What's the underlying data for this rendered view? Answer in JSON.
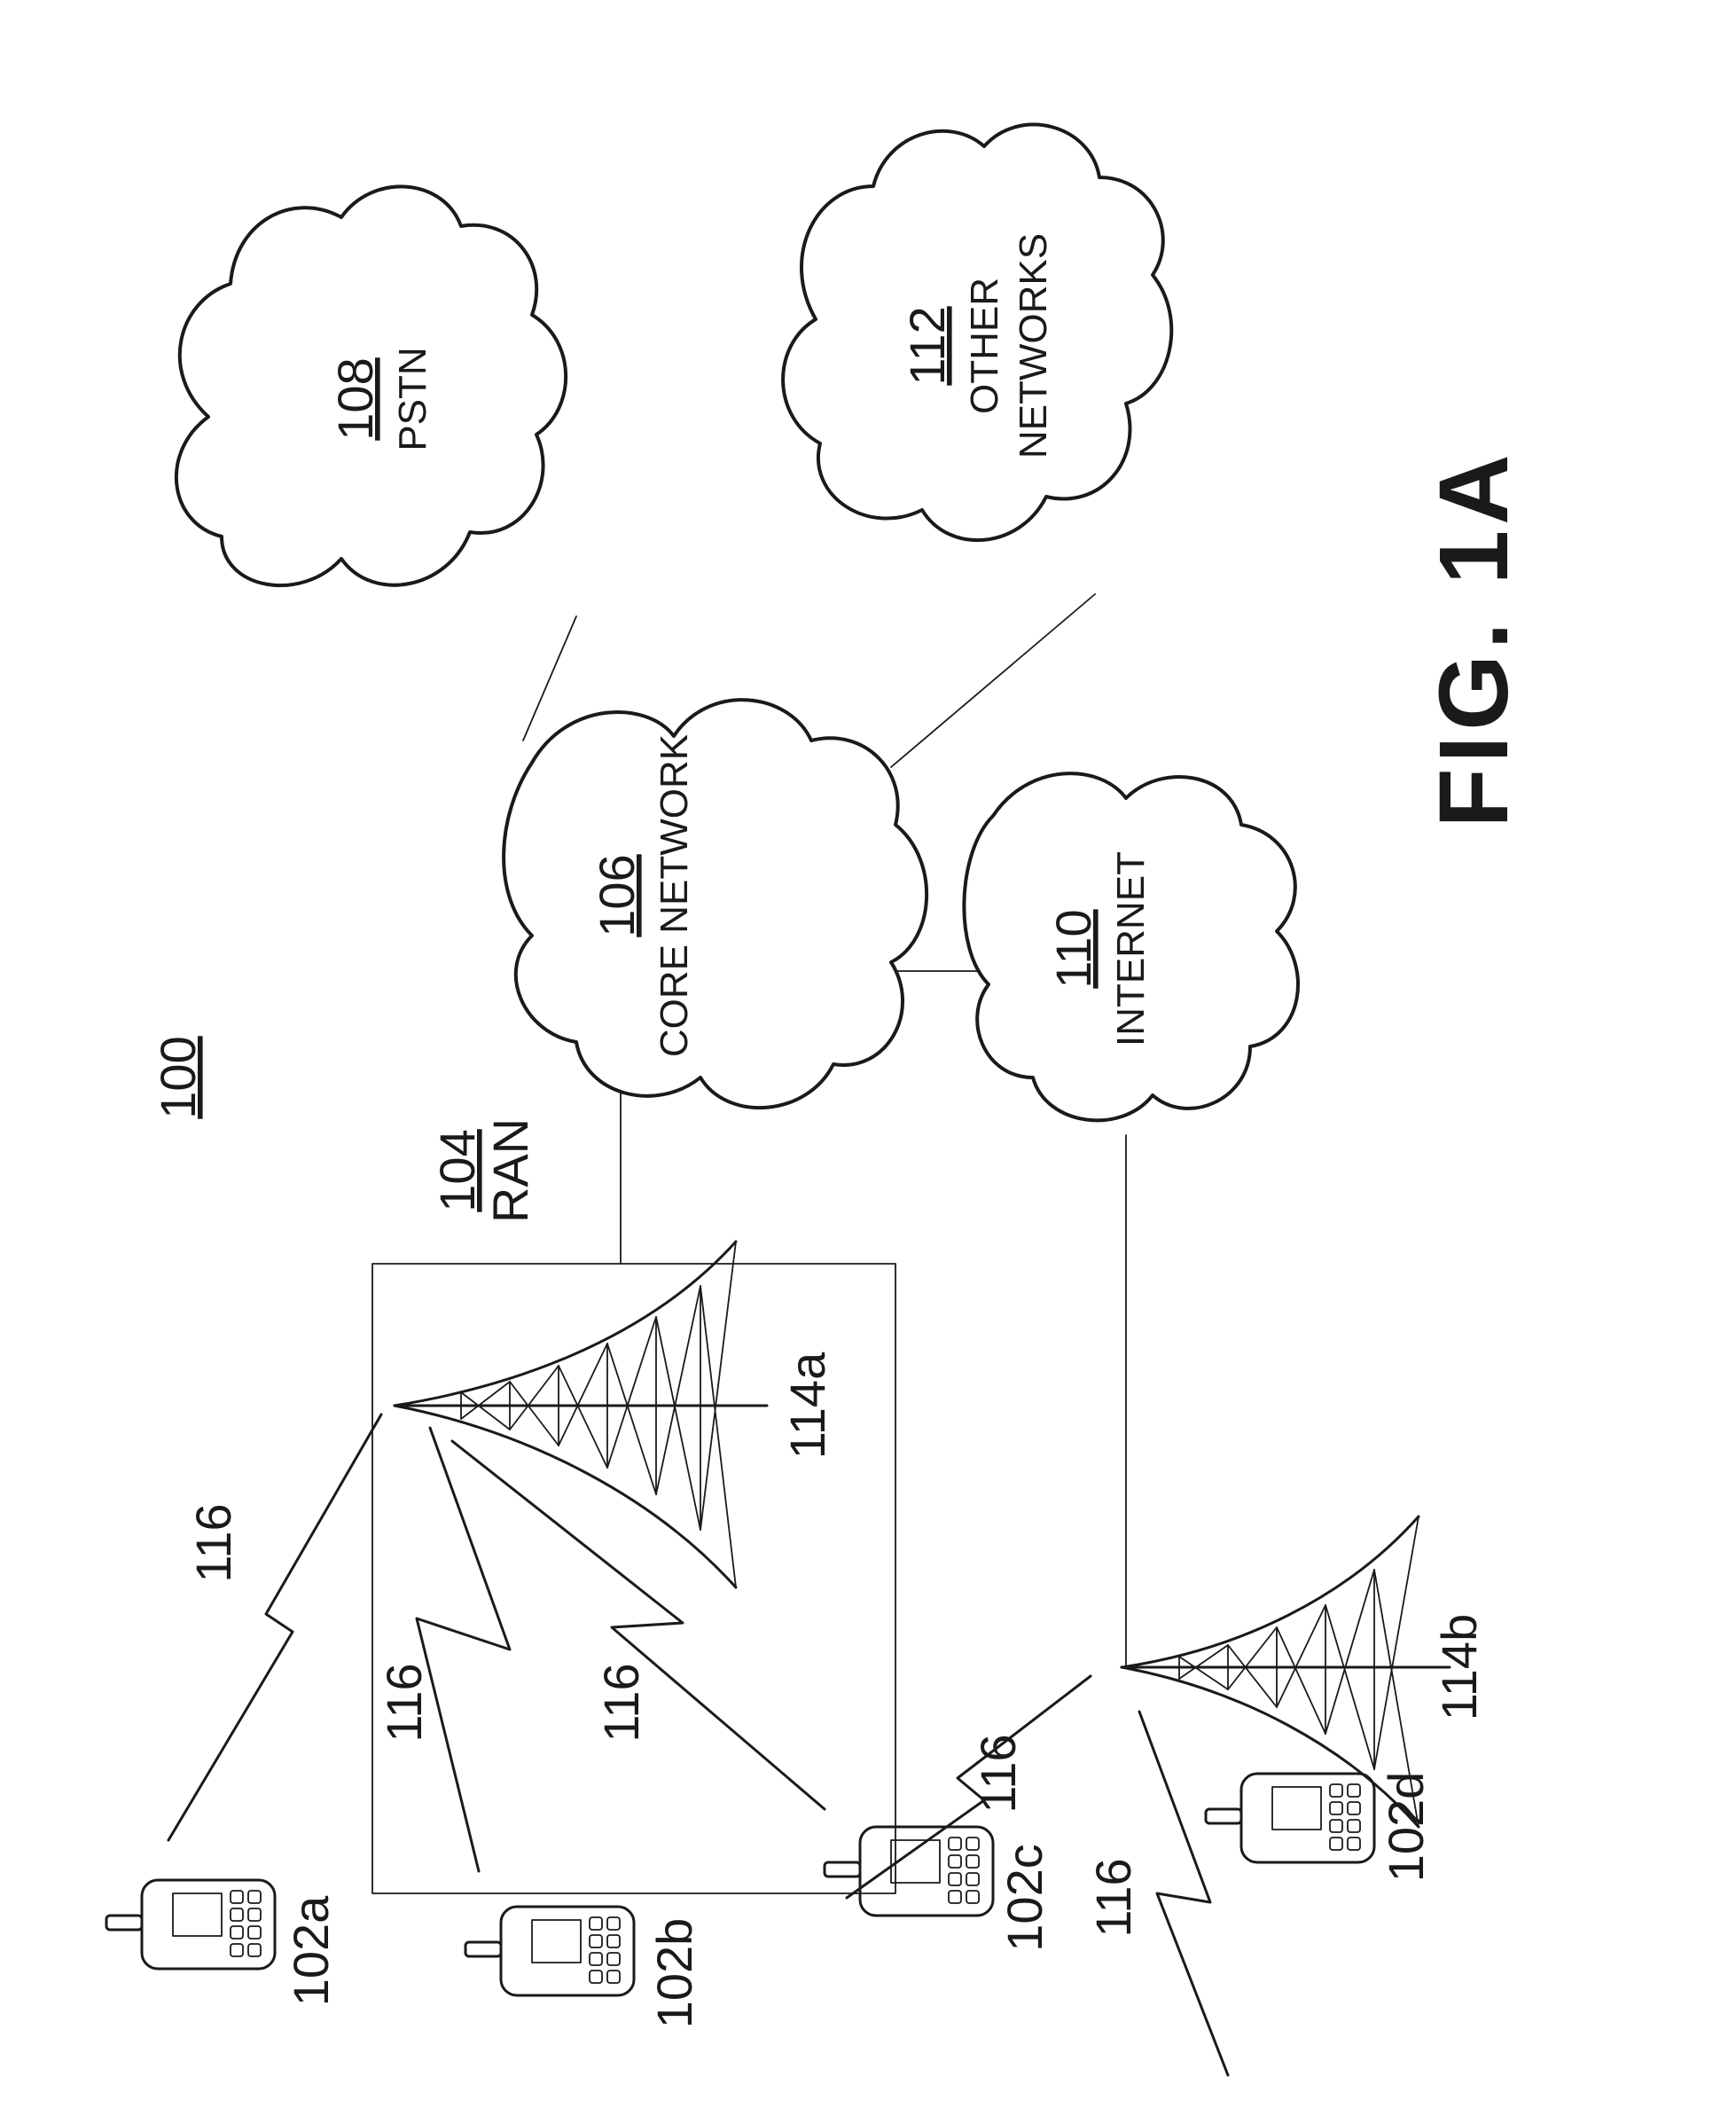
{
  "figure": {
    "system_ref": "100",
    "fig_label": "FIG. 1A"
  },
  "nodes": {
    "pstn": {
      "ref": "108",
      "name": "PSTN"
    },
    "other": {
      "ref": "112",
      "name_line1": "OTHER",
      "name_line2": "NETWORKS"
    },
    "core": {
      "ref": "106",
      "name": "CORE NETWORK"
    },
    "internet": {
      "ref": "110",
      "name": "INTERNET"
    },
    "ran": {
      "ref": "104",
      "name": "RAN"
    }
  },
  "towers": {
    "a": {
      "ref": "114a"
    },
    "b": {
      "ref": "114b"
    }
  },
  "devices": {
    "a": {
      "ref": "102a"
    },
    "b": {
      "ref": "102b"
    },
    "c": {
      "ref": "102c"
    },
    "d": {
      "ref": "102d"
    }
  },
  "links": {
    "l1": "116",
    "l2": "116",
    "l3": "116",
    "l4": "116",
    "l5": "116"
  },
  "icons": [
    "cloud-icon",
    "cell-tower-icon",
    "mobile-phone-icon",
    "lightning-link-icon"
  ]
}
